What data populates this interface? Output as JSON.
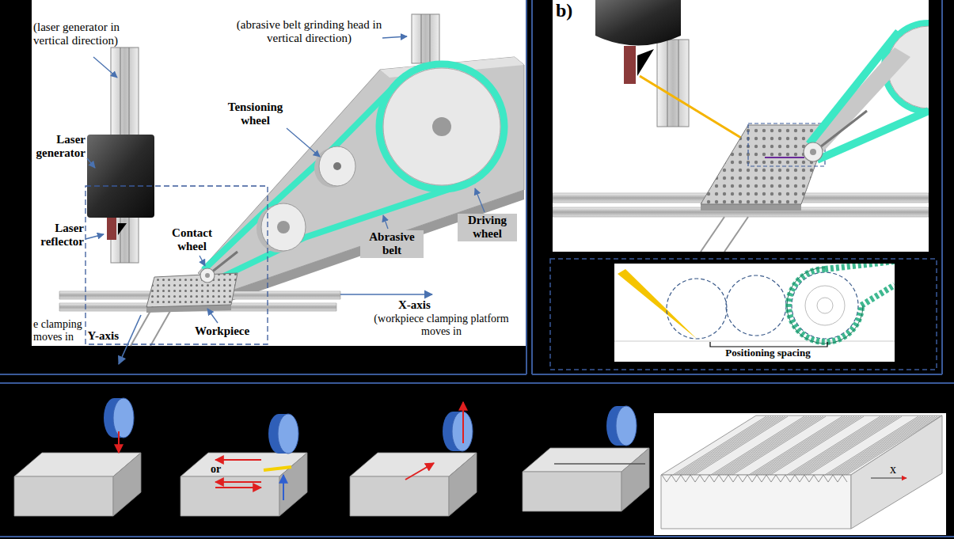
{
  "diagram": {
    "labels": [
      "(laser generator in vertical direction)",
      "(abrasive belt grinding head in vertical direction)",
      "Laser generator",
      "Laser reflector",
      "Tensioning wheel",
      "Contact wheel",
      "Abrasive belt",
      "Driving wheel",
      "Workpiece",
      "X-axis",
      "(workpiece clamping platform moves in",
      "Y-axis",
      "e clamping moves in",
      "b)",
      "Positioning spacing",
      "or",
      "x"
    ]
  }
}
